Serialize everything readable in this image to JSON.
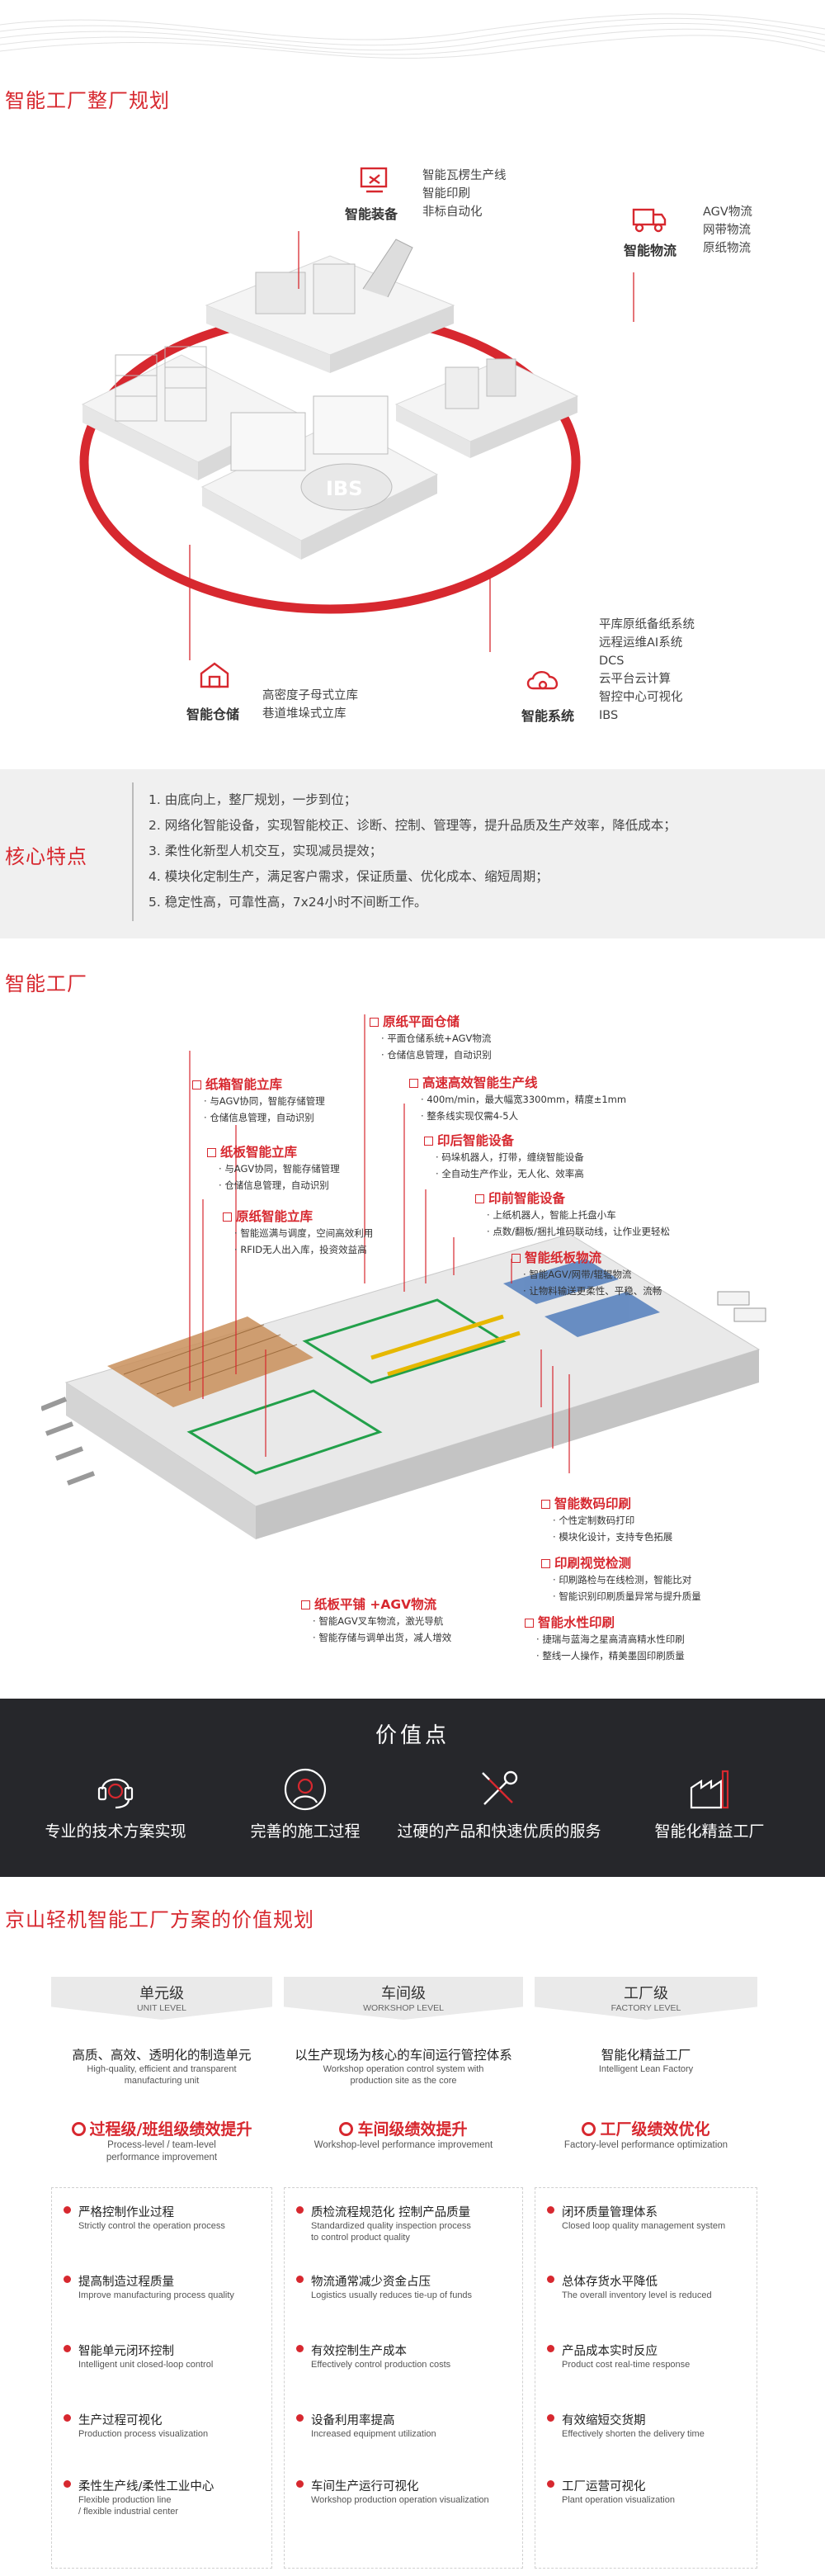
{
  "section1": {
    "title": "智能工厂整厂规划",
    "features": [
      {
        "label": "智能装备",
        "icon": "robot-arm-icon",
        "items": [
          "智能瓦楞生产线",
          "智能印刷",
          "非标自动化"
        ]
      },
      {
        "label": "智能物流",
        "icon": "truck-icon",
        "items": [
          "AGV物流",
          "网带物流",
          "原纸物流"
        ]
      },
      {
        "label": "智能仓储",
        "icon": "warehouse-icon",
        "items": [
          "高密度子母式立库",
          "巷道堆垛式立库"
        ]
      },
      {
        "label": "智能系统",
        "icon": "cloud-gear-icon",
        "items": [
          "平库原纸备纸系统",
          "远程运维AI系统",
          "DCS",
          "云平台云计算",
          "智控中心可视化",
          "IBS"
        ]
      }
    ],
    "iso_badge": "IBS"
  },
  "section2": {
    "title": "核心特点",
    "lines": [
      "1. 由底向上，整厂规划，一步到位；",
      "2. 网络化智能设备，实现智能校正、诊断、控制、管理等，提升品质及生产效率，降低成本；",
      "3. 柔性化新型人机交互，实现减员提效；",
      "4. 模块化定制生产，满足客户需求，保证质量、优化成本、缩短周期；",
      "5. 稳定性高，可靠性高，7x24小时不间断工作。"
    ]
  },
  "section3": {
    "title": "智能工厂",
    "callouts": [
      {
        "title": "原纸平面仓储",
        "lines": [
          "平面仓储系统+AGV物流",
          "仓储信息管理，自动识别"
        ]
      },
      {
        "title": "纸箱智能立库",
        "lines": [
          "与AGV协同，智能存储管理",
          "仓储信息管理，自动识别"
        ]
      },
      {
        "title": "高速高效智能生产线",
        "lines": [
          "400m/min，最大幅宽3300mm，精度±1mm",
          "整条线实现仅需4-5人"
        ]
      },
      {
        "title": "纸板智能立库",
        "lines": [
          "与AGV协同，智能存储管理",
          "仓储信息管理，自动识别"
        ]
      },
      {
        "title": "印后智能设备",
        "lines": [
          "码垛机器人，打带，缠绕智能设备",
          "全自动生产作业，无人化、效率高"
        ]
      },
      {
        "title": "原纸智能立库",
        "lines": [
          "智能巡满与调度，空间高效利用",
          "RFID无人出入库，投资效益高"
        ]
      },
      {
        "title": "印前智能设备",
        "lines": [
          "上纸机器人，智能上托盘小车",
          "点数/翻板/捆扎堆码联动线，让作业更轻松"
        ]
      },
      {
        "title": "智能纸板物流",
        "lines": [
          "智能AGV/网带/辊辊物流",
          "让物料输送更柔性、平稳、流畅"
        ]
      },
      {
        "title": "智能数码印刷",
        "lines": [
          "个性定制数码打印",
          "模块化设计，支持专色拓展"
        ]
      },
      {
        "title": "印刷视觉检测",
        "lines": [
          "印刷路检与在线检测，智能比对",
          "智能识别印刷质量异常与提升质量"
        ]
      },
      {
        "title": "纸板平铺 +AGV物流",
        "lines": [
          "智能AGV叉车物流，激光导航",
          "智能存储与调单出货，减人增效"
        ]
      },
      {
        "title": "智能水性印刷",
        "lines": [
          "捷瑞与蓝海之星高清高精水性印刷",
          "整线一人操作，精美墨固印刷质量"
        ]
      }
    ]
  },
  "section4": {
    "title": "价值点",
    "items": [
      {
        "label": "专业的技术方案实现",
        "icon": "headset-icon"
      },
      {
        "label": "完善的施工过程",
        "icon": "worker-icon"
      },
      {
        "label": "过硬的产品和快速优质的服务",
        "icon": "tools-icon"
      },
      {
        "label": "智能化精益工厂",
        "icon": "factory-icon"
      }
    ]
  },
  "section5": {
    "title": "京山轻机智能工厂方案的价值规划",
    "levels": [
      {
        "name": "单元级",
        "name_en": "UNIT LEVEL",
        "sub_cn": "高质、高效、透明化的制造单元",
        "sub_en": [
          "High-quality, efficient and transparent",
          "manufacturing unit"
        ],
        "perf_cn": "过程级/班组级绩效提升",
        "perf_en": [
          "Process-level / team-level",
          "performance improvement"
        ],
        "items": [
          {
            "cn": "严格控制作业过程",
            "en": [
              "Strictly control the operation process"
            ]
          },
          {
            "cn": "提高制造过程质量",
            "en": [
              "Improve manufacturing process quality"
            ]
          },
          {
            "cn": "智能单元闭环控制",
            "en": [
              "Intelligent unit closed-loop control"
            ]
          },
          {
            "cn": "生产过程可视化",
            "en": [
              "Production process visualization"
            ]
          },
          {
            "cn": "柔性生产线/柔性工业中心",
            "en": [
              "Flexible production line",
              "/ flexible industrial center"
            ]
          }
        ]
      },
      {
        "name": "车间级",
        "name_en": "WORKSHOP LEVEL",
        "sub_cn": "以生产现场为核心的车间运行管控体系",
        "sub_en": [
          "Workshop operation control system with",
          "production site as the core"
        ],
        "perf_cn": "车间级绩效提升",
        "perf_en": [
          "Workshop-level performance improvement"
        ],
        "items": [
          {
            "cn": "质检流程规范化 控制产品质量",
            "en": [
              "Standardized quality inspection process",
              "to control product quality"
            ]
          },
          {
            "cn": "物流通常减少资金占压",
            "en": [
              "Logistics usually reduces tie-up of funds"
            ]
          },
          {
            "cn": "有效控制生产成本",
            "en": [
              "Effectively control production costs"
            ]
          },
          {
            "cn": "设备利用率提高",
            "en": [
              "Increased equipment utilization"
            ]
          },
          {
            "cn": "车间生产运行可视化",
            "en": [
              "Workshop production operation visualization"
            ]
          }
        ]
      },
      {
        "name": "工厂级",
        "name_en": "FACTORY LEVEL",
        "sub_cn": "智能化精益工厂",
        "sub_en": [
          "Intelligent Lean Factory"
        ],
        "perf_cn": "工厂级绩效优化",
        "perf_en": [
          "Factory-level performance optimization"
        ],
        "items": [
          {
            "cn": "闭环质量管理体系",
            "en": [
              "Closed loop quality management system"
            ]
          },
          {
            "cn": "总体存货水平降低",
            "en": [
              "The overall inventory level is reduced"
            ]
          },
          {
            "cn": "产品成本实时反应",
            "en": [
              "Product cost real-time response"
            ]
          },
          {
            "cn": "有效缩短交货期",
            "en": [
              "Effectively shorten the delivery time"
            ]
          },
          {
            "cn": "工厂运营可视化",
            "en": [
              "Plant operation visualization"
            ]
          }
        ]
      }
    ]
  }
}
